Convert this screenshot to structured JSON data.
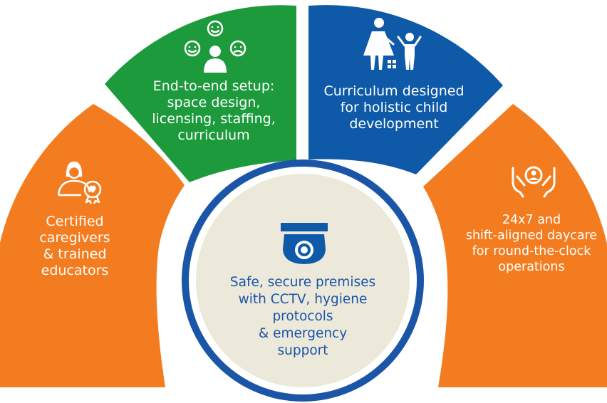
{
  "colors": {
    "orange": "#f47c20",
    "green": "#1d9a3c",
    "blue": "#0e5aa8",
    "center_ring": "#1a55a8",
    "center_fill": "#ece8da",
    "text_light": "#ffffff",
    "text_center": "#1a55a8"
  },
  "segments": [
    {
      "id": "left",
      "color": "orange",
      "icon": "caregiver-badge-icon",
      "lines": [
        "Certified",
        "caregivers",
        "& trained",
        "educators"
      ]
    },
    {
      "id": "top-left",
      "color": "green",
      "icon": "team-feedback-icon",
      "lines": [
        "End-to-end setup:",
        "space design,",
        "licensing, staffing,",
        "curriculum"
      ]
    },
    {
      "id": "top-right",
      "color": "blue",
      "icon": "parent-child-icon",
      "lines": [
        "Curriculum designed",
        "for holistic child",
        "development"
      ]
    },
    {
      "id": "right",
      "color": "orange",
      "icon": "hands-care-icon",
      "lines": [
        "24x7 and",
        "shift-aligned daycare",
        "for round-the-clock",
        "operations"
      ]
    }
  ],
  "center": {
    "icon": "cctv-camera-icon",
    "lines": [
      "Safe, secure premises",
      "with CCTV, hygiene",
      "protocols",
      "& emergency",
      "support"
    ]
  }
}
